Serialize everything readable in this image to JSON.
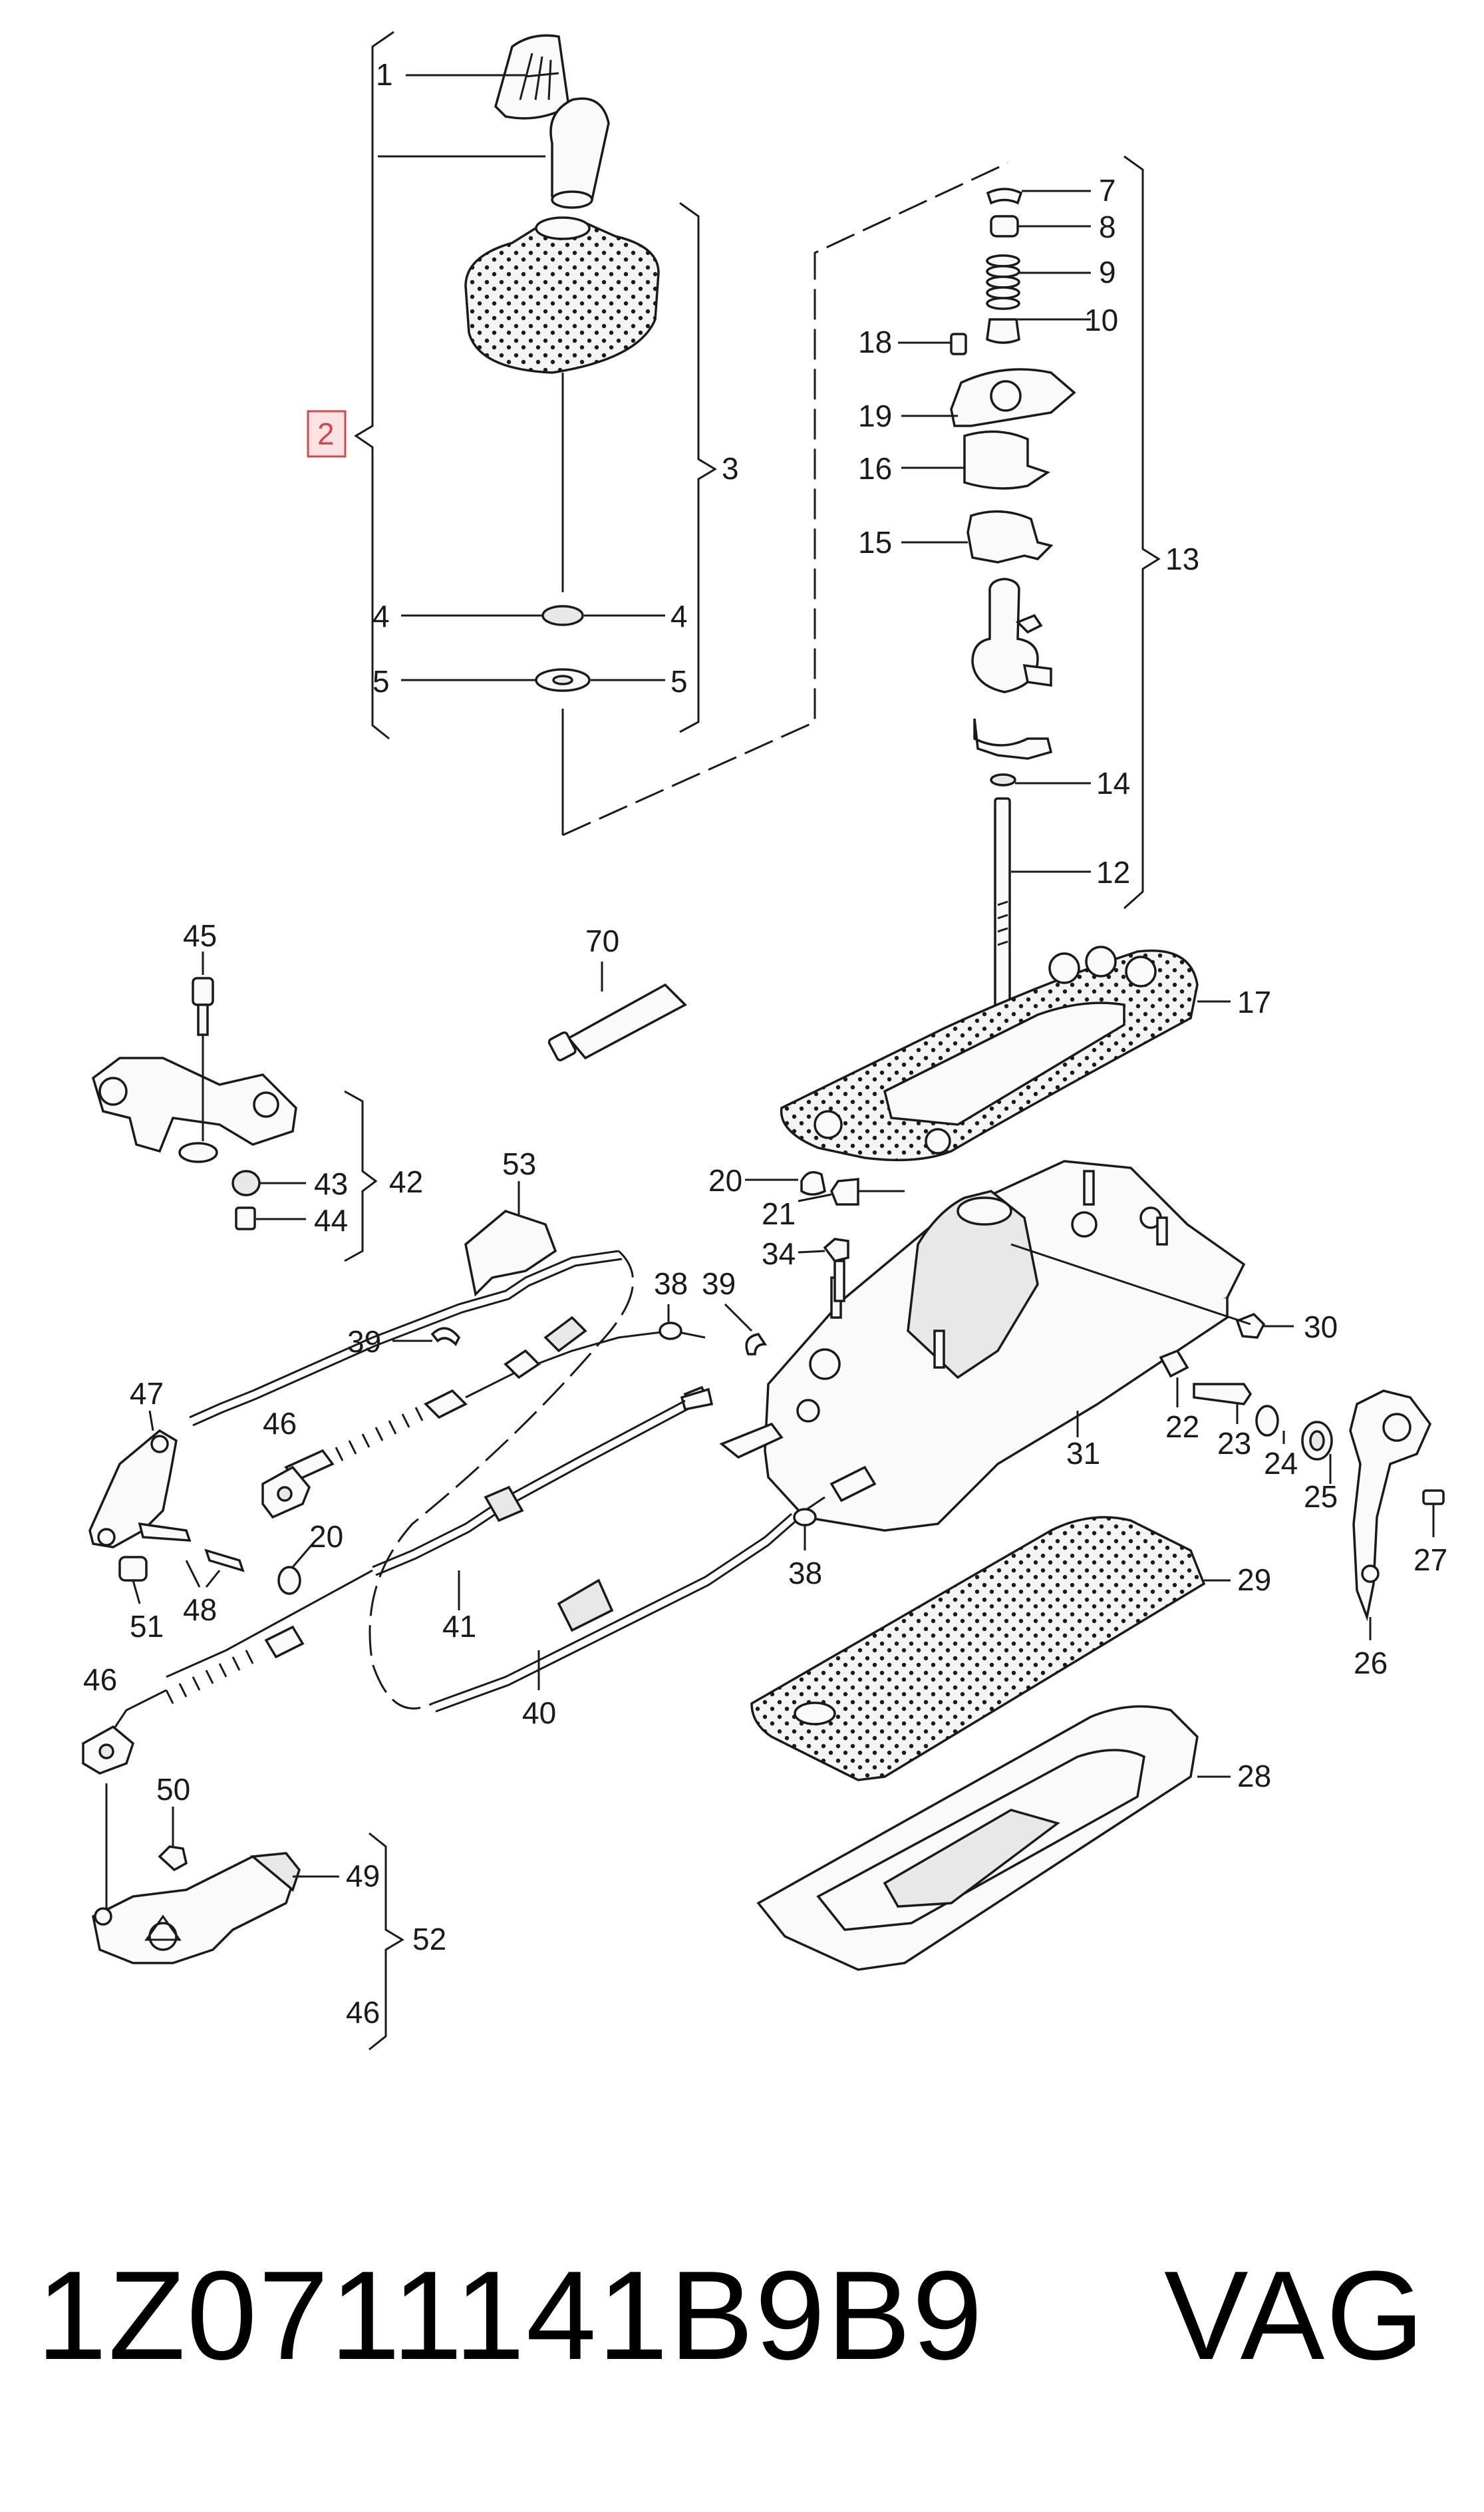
{
  "callouts": {
    "c1": "1",
    "c2": "2",
    "c3": "3",
    "c4a": "4",
    "c4b": "4",
    "c5a": "5",
    "c5b": "5",
    "c7": "7",
    "c8": "8",
    "c9": "9",
    "c10": "10",
    "c12": "12",
    "c13": "13",
    "c14": "14",
    "c15": "15",
    "c16": "16",
    "c17": "17",
    "c18": "18",
    "c19": "19",
    "c20a": "20",
    "c20b": "20",
    "c21": "21",
    "c22": "22",
    "c23": "23",
    "c24": "24",
    "c25": "25",
    "c26": "26",
    "c27": "27",
    "c28": "28",
    "c29": "29",
    "c30": "30",
    "c31": "31",
    "c34": "34",
    "c38a": "38",
    "c38b": "38",
    "c39a": "39",
    "c39b": "39",
    "c40": "40",
    "c41": "41",
    "c42": "42",
    "c43": "43",
    "c44": "44",
    "c45": "45",
    "c46a": "46",
    "c46b": "46",
    "c46c": "46",
    "c47": "47",
    "c48": "48",
    "c49": "49",
    "c50": "50",
    "c51": "51",
    "c52": "52",
    "c53": "53",
    "c70": "70"
  },
  "highlighted_callout": "2",
  "footer": {
    "part_number": "1Z0711141B9B9",
    "brand": "VAG"
  },
  "colors": {
    "line": "#1a1a1a",
    "highlight": "#d4484d",
    "highlight_fill": "#fbe3e3"
  }
}
